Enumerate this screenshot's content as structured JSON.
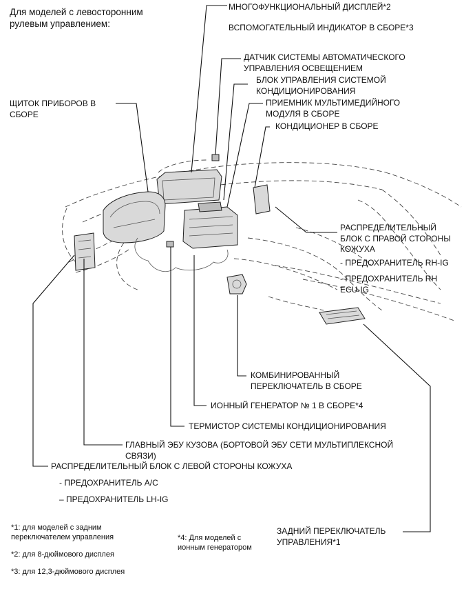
{
  "header": "Для моделей с левосторонним\nрулевым управлением:",
  "labels": {
    "multi_display": "МНОГОФУНКЦИОНАЛЬНЫЙ ДИСПЛЕЙ*2",
    "aux_indicator": "ВСПОМОГАТЕЛЬНЫЙ ИНДИКАТОР В СБОРЕ*3",
    "light_sensor": "ДАТЧИК СИСТЕМЫ АВТОМАТИЧЕСКОГО\nУПРАВЛЕНИЯ ОСВЕЩЕНИЕМ",
    "ac_control": "БЛОК УПРАВЛЕНИЯ СИСТЕМОЙ\nКОНДИЦИОНИРОВАНИЯ",
    "multimedia_receiver": "ПРИЕМНИК МУЛЬТИМЕДИЙНОГО\nМОДУЛЯ В СБОРЕ",
    "ac_unit": "КОНДИЦИОНЕР В СБОРЕ",
    "combination_meter": "ЩИТОК ПРИБОРОВ В\nСБОРЕ",
    "rh_junction": "РАСПРЕДЕЛИТЕЛЬНЫЙ\nБЛОК С ПРАВОЙ СТОРОНЫ\nКОЖУХА",
    "rh_fuse1": "- ПРЕДОХРАНИТЕЛЬ RH-IG",
    "rh_fuse2": "- ПРЕДОХРАНИТЕЛЬ RH\nECU-IG",
    "combo_switch": "КОМБИНИРОВАННЫЙ\nПЕРЕКЛЮЧАТЕЛЬ В СБОРЕ",
    "ion_generator": "ИОННЫЙ ГЕНЕРАТОР № 1 В СБОРЕ*4",
    "thermistor": "ТЕРМИСТОР СИСТЕМЫ КОНДИЦИОНИРОВАНИЯ",
    "main_body_ecu": "ГЛАВНЫЙ ЭБУ КУЗОВА (БОРТОВОЙ ЭБУ СЕТИ МУЛЬТИПЛЕКСНОЙ\nСВЯЗИ)",
    "lh_junction": "РАСПРЕДЕЛИТЕЛЬНЫЙ БЛОК С ЛЕВОЙ СТОРОНЫ КОЖУХА",
    "lh_fuse1": "- ПРЕДОХРАНИТЕЛЬ A/C",
    "lh_fuse2": "– ПРЕДОХРАНИТЕЛЬ LH-IG",
    "rear_switch": "ЗАДНИЙ ПЕРЕКЛЮЧАТЕЛЬ\nУПРАВЛЕНИЯ*1"
  },
  "footnotes": {
    "n1": "*1: для моделей с задним\nпереключателем управления",
    "n2": "*2: для 8-дюймового дисплея",
    "n3": "*3: для 12,3-дюймового дисплея",
    "n4": "*4: Для моделей с\nионным генератором"
  }
}
